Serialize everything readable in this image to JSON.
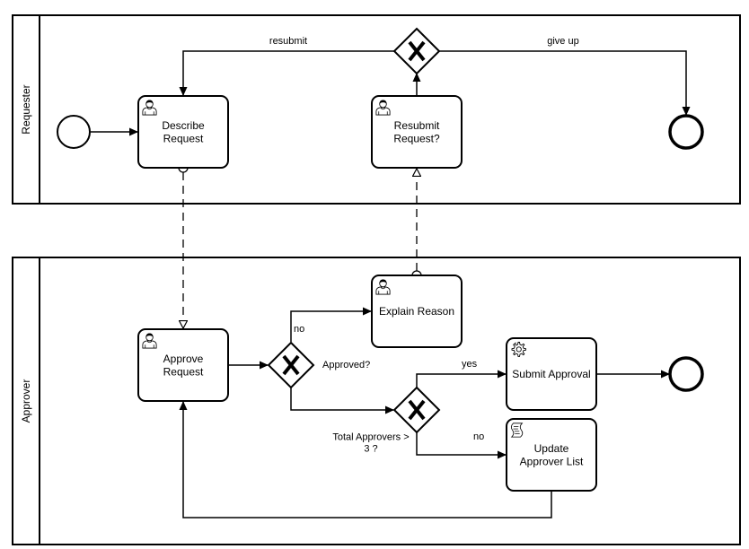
{
  "pools": [
    {
      "key": "requester",
      "label": "Requester"
    },
    {
      "key": "approver",
      "label": "Approver"
    }
  ],
  "tasks": {
    "describe_request": "Describe\nRequest",
    "resubmit_request": "Resubmit\nRequest?",
    "approve_request": "Approve\nRequest",
    "explain_reason": "Explain Reason",
    "submit_approval": "Submit Approval",
    "update_approver_list": "Update\nApprover List"
  },
  "task_icons": {
    "describe_request": "user-icon",
    "resubmit_request": "user-icon",
    "approve_request": "user-icon",
    "explain_reason": "user-icon",
    "submit_approval": "gear-icon",
    "update_approver_list": "script-icon"
  },
  "gateways": {
    "resubmit_decision": "",
    "approved": "Approved?",
    "total_approvers": "Total Approvers >\n3 ?"
  },
  "flow_labels": {
    "resubmit": "resubmit",
    "give_up": "give up",
    "no_approved": "no",
    "yes_submit": "yes",
    "no_update": "no"
  }
}
